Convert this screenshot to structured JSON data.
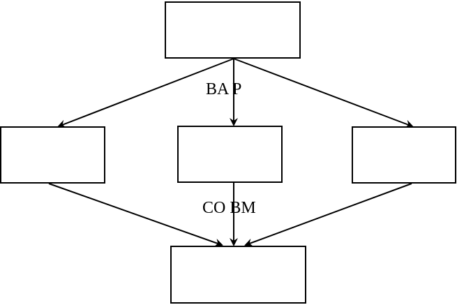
{
  "diagram": {
    "nodes": [
      {
        "id": "top",
        "label": ""
      },
      {
        "id": "left",
        "label": ""
      },
      {
        "id": "middle",
        "label": ""
      },
      {
        "id": "right",
        "label": ""
      },
      {
        "id": "bottom",
        "label": ""
      }
    ],
    "edges": [
      {
        "from": "top",
        "to": "left",
        "label": ""
      },
      {
        "from": "top",
        "to": "middle",
        "label": "BA P"
      },
      {
        "from": "top",
        "to": "right",
        "label": ""
      },
      {
        "from": "left",
        "to": "bottom",
        "label": ""
      },
      {
        "from": "middle",
        "to": "bottom",
        "label": "CO BM"
      },
      {
        "from": "right",
        "to": "bottom",
        "label": ""
      }
    ],
    "line_color": "#000000",
    "background_color": "#ffffff"
  }
}
